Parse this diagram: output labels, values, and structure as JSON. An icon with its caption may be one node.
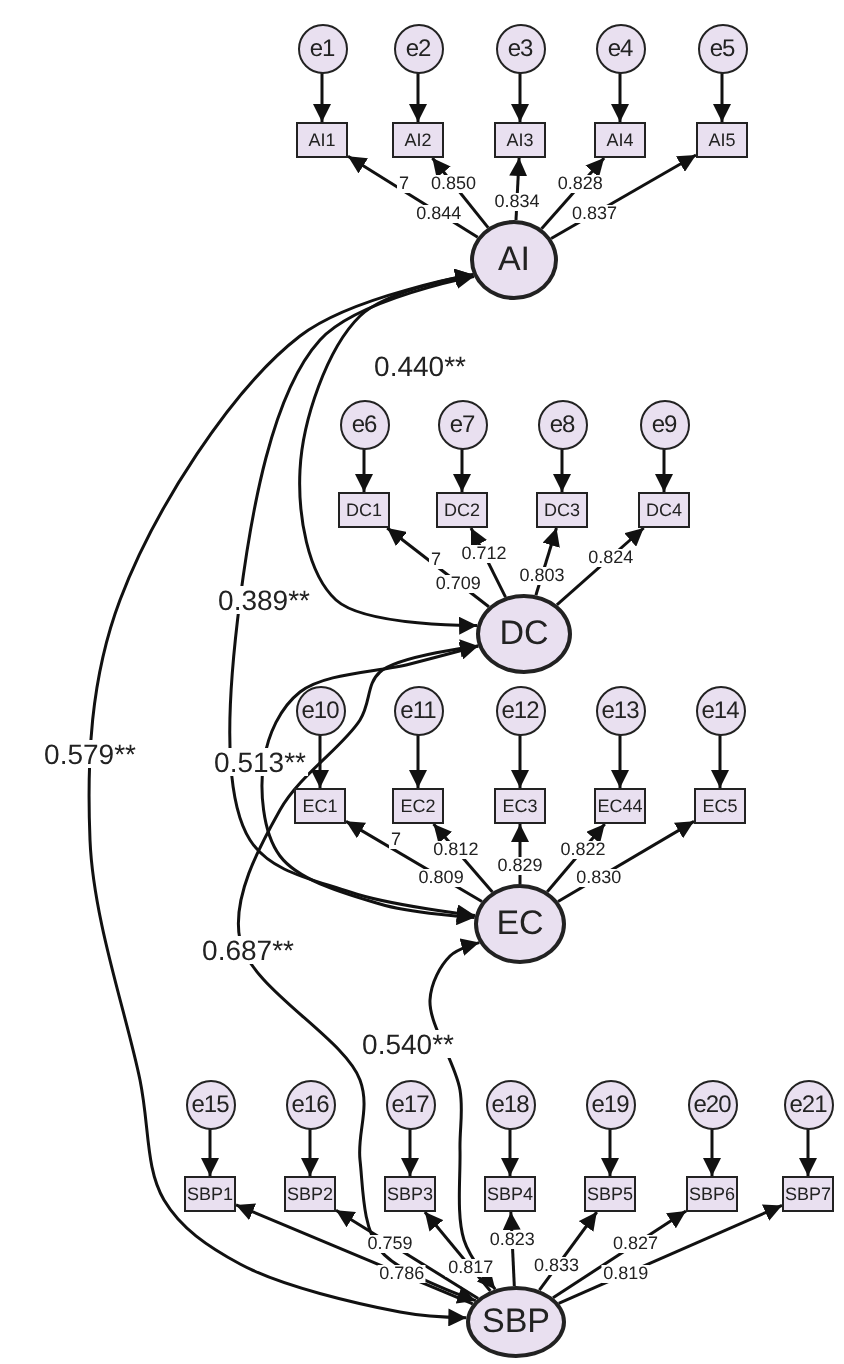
{
  "diagram": {
    "nodes": [
      {
        "text": [
          "e1"
        ]
      },
      {
        "text": [
          "e2"
        ]
      },
      {
        "text": [
          "e3"
        ]
      },
      {
        "text": [
          "e4"
        ]
      },
      {
        "text": [
          "e5"
        ]
      },
      {
        "text": [
          "AI1"
        ]
      },
      {
        "text": [
          "AI2"
        ]
      },
      {
        "text": [
          "AI3"
        ]
      },
      {
        "text": [
          "AI4"
        ]
      },
      {
        "text": [
          "AI5"
        ]
      },
      {
        "text": [
          "AI"
        ]
      },
      {
        "text": [
          "e6"
        ]
      },
      {
        "text": [
          "e7"
        ]
      },
      {
        "text": [
          "e8"
        ]
      },
      {
        "text": [
          "e9"
        ]
      },
      {
        "text": [
          "DC1"
        ]
      },
      {
        "text": [
          "DC2"
        ]
      },
      {
        "text": [
          "DC3"
        ]
      },
      {
        "text": [
          "DC4"
        ]
      },
      {
        "text": [
          "DC"
        ]
      },
      {
        "text": [
          "e10"
        ]
      },
      {
        "text": [
          "e11"
        ]
      },
      {
        "text": [
          "e12"
        ]
      },
      {
        "text": [
          "e13"
        ]
      },
      {
        "text": [
          "e14"
        ]
      },
      {
        "text": [
          "EC1"
        ]
      },
      {
        "text": [
          "EC2"
        ]
      },
      {
        "text": [
          "EC3"
        ]
      },
      {
        "text": [
          "EC44"
        ]
      },
      {
        "text": [
          "EC5"
        ]
      },
      {
        "text": [
          "EC"
        ]
      },
      {
        "text": [
          "e15"
        ]
      },
      {
        "text": [
          "e16"
        ]
      },
      {
        "text": [
          "e17"
        ]
      },
      {
        "text": [
          "e18"
        ]
      },
      {
        "text": [
          "e19"
        ]
      },
      {
        "text": [
          "e20"
        ]
      },
      {
        "text": [
          "e21"
        ]
      },
      {
        "text": [
          "SBP1"
        ]
      },
      {
        "text": [
          "SBP2"
        ]
      },
      {
        "text": [
          "SBP3"
        ]
      },
      {
        "text": [
          "SBP4"
        ]
      },
      {
        "text": [
          "SBP5"
        ]
      },
      {
        "text": [
          "SBP6"
        ]
      },
      {
        "text": [
          "SBP7"
        ]
      },
      {
        "text": [
          "SBP"
        ]
      }
    ],
    "edges": [
      {
        "from": 0,
        "to": 5,
        "arrow": "to"
      },
      {
        "from": 1,
        "to": 6,
        "arrow": "to"
      },
      {
        "from": 2,
        "to": 7,
        "arrow": "to"
      },
      {
        "from": 3,
        "to": 8,
        "arrow": "to"
      },
      {
        "from": 4,
        "to": 9,
        "arrow": "to"
      },
      {
        "from": 10,
        "to": 5,
        "arrow": "to",
        "label": "0.844"
      },
      {
        "from": 10,
        "to": 6,
        "arrow": "to",
        "label": "0.850"
      },
      {
        "from": 10,
        "to": 7,
        "arrow": "to",
        "label": "0.834"
      },
      {
        "from": 10,
        "to": 8,
        "arrow": "to",
        "label": "0.828"
      },
      {
        "from": 10,
        "to": 9,
        "arrow": "to",
        "label": "0.837"
      },
      {
        "from": 11,
        "to": 15,
        "arrow": "to"
      },
      {
        "from": 12,
        "to": 16,
        "arrow": "to"
      },
      {
        "from": 13,
        "to": 17,
        "arrow": "to"
      },
      {
        "from": 14,
        "to": 18,
        "arrow": "to"
      },
      {
        "from": 19,
        "to": 15,
        "arrow": "to",
        "label": "0.709"
      },
      {
        "from": 19,
        "to": 16,
        "arrow": "to",
        "label": "0.712"
      },
      {
        "from": 19,
        "to": 17,
        "arrow": "to",
        "label": "0.803"
      },
      {
        "from": 19,
        "to": 18,
        "arrow": "to",
        "label": "0.824"
      },
      {
        "from": 20,
        "to": 25,
        "arrow": "to"
      },
      {
        "from": 21,
        "to": 26,
        "arrow": "to"
      },
      {
        "from": 22,
        "to": 27,
        "arrow": "to"
      },
      {
        "from": 23,
        "to": 28,
        "arrow": "to"
      },
      {
        "from": 24,
        "to": 29,
        "arrow": "to"
      },
      {
        "from": 30,
        "to": 25,
        "arrow": "to",
        "label": "0.809"
      },
      {
        "from": 30,
        "to": 26,
        "arrow": "to",
        "label": "0.812"
      },
      {
        "from": 30,
        "to": 27,
        "arrow": "to",
        "label": "0.829"
      },
      {
        "from": 30,
        "to": 28,
        "arrow": "to",
        "label": "0.822"
      },
      {
        "from": 30,
        "to": 29,
        "arrow": "to",
        "label": "0.830"
      },
      {
        "from": 31,
        "to": 38,
        "arrow": "to"
      },
      {
        "from": 32,
        "to": 39,
        "arrow": "to"
      },
      {
        "from": 33,
        "to": 40,
        "arrow": "to"
      },
      {
        "from": 34,
        "to": 41,
        "arrow": "to"
      },
      {
        "from": 35,
        "to": 42,
        "arrow": "to"
      },
      {
        "from": 36,
        "to": 43,
        "arrow": "to"
      },
      {
        "from": 37,
        "to": 44,
        "arrow": "to"
      },
      {
        "from": 45,
        "to": 38,
        "arrow": "to",
        "label": "0.786"
      },
      {
        "from": 45,
        "to": 39,
        "arrow": "to",
        "label": "0.759"
      },
      {
        "from": 45,
        "to": 40,
        "arrow": "to",
        "label": "0.817"
      },
      {
        "from": 45,
        "to": 41,
        "arrow": "to",
        "label": "0.823"
      },
      {
        "from": 45,
        "to": 42,
        "arrow": "to",
        "label": "0.833"
      },
      {
        "from": 45,
        "to": 43,
        "arrow": "to",
        "label": "0.827"
      },
      {
        "from": 45,
        "to": 44,
        "arrow": "to",
        "label": "0.819"
      },
      {
        "from": 10,
        "to": 19,
        "arrow": "both",
        "label": "0.440**"
      },
      {
        "from": 10,
        "to": 30,
        "arrow": "both",
        "label": "0.389**"
      },
      {
        "from": 10,
        "to": 45,
        "arrow": "both",
        "label": "0.579**"
      },
      {
        "from": 19,
        "to": 30,
        "arrow": "both",
        "label": "0.513**"
      },
      {
        "from": 45,
        "to": 19,
        "arrow": "both",
        "label": "0.687**"
      },
      {
        "from": 45,
        "to": 30,
        "arrow": "both",
        "label": "0.540**"
      }
    ],
    "labels": [
      "7",
      "7",
      "7"
    ]
  }
}
